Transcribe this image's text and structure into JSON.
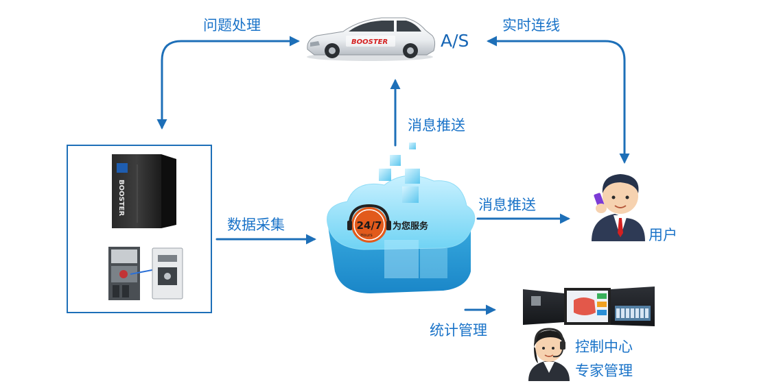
{
  "labels": {
    "problem_handling": "问题处理",
    "as": "A/S",
    "realtime_connect": "实时连线",
    "push_up": "消息推送",
    "data_collection": "数据采集",
    "push_right": "消息推送",
    "user": "用户",
    "statistics": "统计管理",
    "control_center": "控制中心",
    "expert_management": "专家管理"
  },
  "car_brand": "BOOSTER",
  "cabinet_brand": "BOOSTER",
  "service_badge": {
    "hours": "24/7",
    "hours_sub": "Hours",
    "text": "为您服务"
  },
  "colors": {
    "arrow": "#1d6fb8",
    "label": "#1a73c8",
    "brand_red": "#d42020"
  }
}
